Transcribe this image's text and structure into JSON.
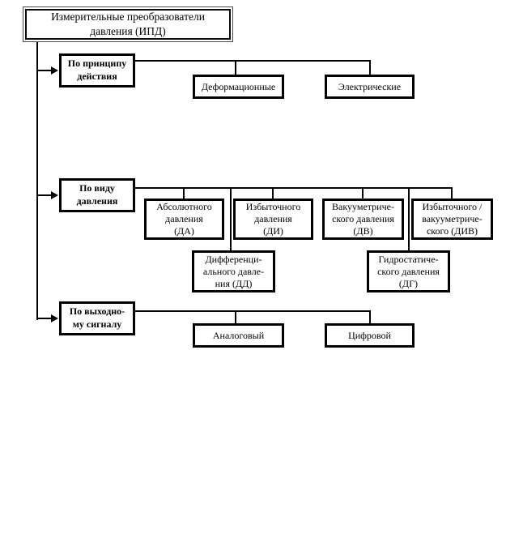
{
  "colors": {
    "background": "#ffffff",
    "line": "#000000",
    "text": "#000000"
  },
  "diagram": {
    "root": {
      "label": "Измерительные преобразователи\nдавления (ИПД)"
    },
    "branches": [
      {
        "category": {
          "label": "По принципу\nдействия"
        },
        "children": [
          {
            "label": "Деформационные"
          },
          {
            "label": "Электрические"
          }
        ]
      },
      {
        "category": {
          "label": "По виду\nдавления"
        },
        "children": [
          {
            "label": "Абсолютного\nдавления\n(ДА)"
          },
          {
            "label": "Избыточного\nдавления\n(ДИ)"
          },
          {
            "label": "Вакууметриче-\nского давления\n(ДВ)"
          },
          {
            "label": "Избыточного /\nвакууметриче-\nского (ДИВ)"
          },
          {
            "label": "Дифференци-\nального давле-\nния (ДД)"
          },
          {
            "label": "Гидростатиче-\nского давления\n(ДГ)"
          }
        ]
      },
      {
        "category": {
          "label": "По выходно-\nму сигналу"
        },
        "children": [
          {
            "label": "Аналоговый"
          },
          {
            "label": "Цифровой"
          }
        ]
      }
    ]
  }
}
